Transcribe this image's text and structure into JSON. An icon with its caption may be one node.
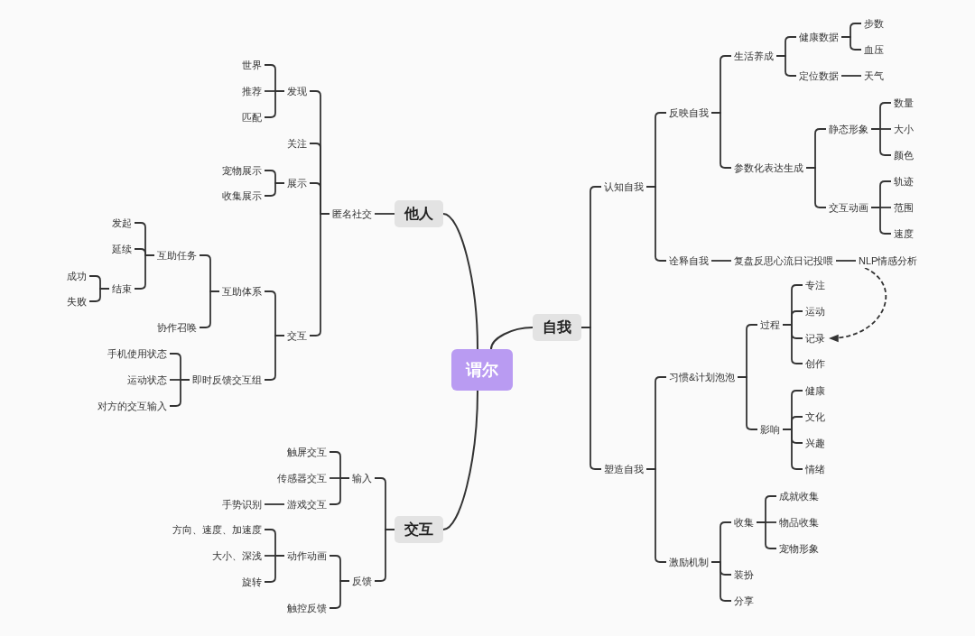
{
  "diagram": {
    "nodes": [
      {
        "text": [
          "谓尔"
        ]
      },
      {
        "text": [
          "他人"
        ]
      },
      {
        "text": [
          "交互"
        ]
      },
      {
        "text": [
          "自我"
        ]
      },
      {
        "text": [
          "匿名社交"
        ]
      },
      {
        "text": [
          "发现"
        ]
      },
      {
        "text": [
          "世界"
        ]
      },
      {
        "text": [
          "推荐"
        ]
      },
      {
        "text": [
          "匹配"
        ]
      },
      {
        "text": [
          "关注"
        ]
      },
      {
        "text": [
          "展示"
        ]
      },
      {
        "text": [
          "宠物展示"
        ]
      },
      {
        "text": [
          "收集展示"
        ]
      },
      {
        "text": [
          "交互"
        ]
      },
      {
        "text": [
          "互助体系"
        ]
      },
      {
        "text": [
          "互助任务"
        ]
      },
      {
        "text": [
          "发起"
        ]
      },
      {
        "text": [
          "延续"
        ]
      },
      {
        "text": [
          "结束"
        ]
      },
      {
        "text": [
          "成功"
        ]
      },
      {
        "text": [
          "失败"
        ]
      },
      {
        "text": [
          "协作召唤"
        ]
      },
      {
        "text": [
          "即时反馈交互组"
        ]
      },
      {
        "text": [
          "手机使用状态"
        ]
      },
      {
        "text": [
          "运动状态"
        ]
      },
      {
        "text": [
          "对方的交互输入"
        ]
      },
      {
        "text": [
          "输入"
        ]
      },
      {
        "text": [
          "触屏交互"
        ]
      },
      {
        "text": [
          "传感器交互"
        ]
      },
      {
        "text": [
          "游戏交互"
        ]
      },
      {
        "text": [
          "手势识别"
        ]
      },
      {
        "text": [
          "反馈"
        ]
      },
      {
        "text": [
          "动作动画"
        ]
      },
      {
        "text": [
          "方向、速度、加速度"
        ]
      },
      {
        "text": [
          "大小、深浅"
        ]
      },
      {
        "text": [
          "旋转"
        ]
      },
      {
        "text": [
          "触控反馈"
        ]
      },
      {
        "text": [
          "认知自我"
        ]
      },
      {
        "text": [
          "反映自我"
        ]
      },
      {
        "text": [
          "生活养成"
        ]
      },
      {
        "text": [
          "健康数据"
        ]
      },
      {
        "text": [
          "步数"
        ]
      },
      {
        "text": [
          "血压"
        ]
      },
      {
        "text": [
          "定位数据"
        ]
      },
      {
        "text": [
          "天气"
        ]
      },
      {
        "text": [
          "参数化表达生成"
        ]
      },
      {
        "text": [
          "静态形象"
        ]
      },
      {
        "text": [
          "数量"
        ]
      },
      {
        "text": [
          "大小"
        ]
      },
      {
        "text": [
          "颜色"
        ]
      },
      {
        "text": [
          "交互动画"
        ]
      },
      {
        "text": [
          "轨迹"
        ]
      },
      {
        "text": [
          "范围"
        ]
      },
      {
        "text": [
          "速度"
        ]
      },
      {
        "text": [
          "诠释自我"
        ]
      },
      {
        "text": [
          "复盘反思心流日记投喂"
        ]
      },
      {
        "text": [
          "NLP情感分析"
        ]
      },
      {
        "text": [
          "塑造自我"
        ]
      },
      {
        "text": [
          "习惯&计划泡泡"
        ]
      },
      {
        "text": [
          "过程"
        ]
      },
      {
        "text": [
          "专注"
        ]
      },
      {
        "text": [
          "运动"
        ]
      },
      {
        "text": [
          "记录"
        ]
      },
      {
        "text": [
          "创作"
        ]
      },
      {
        "text": [
          "影响"
        ]
      },
      {
        "text": [
          "健康"
        ]
      },
      {
        "text": [
          "文化"
        ]
      },
      {
        "text": [
          "兴趣"
        ]
      },
      {
        "text": [
          "情绪"
        ]
      },
      {
        "text": [
          "激励机制"
        ]
      },
      {
        "text": [
          "收集"
        ]
      },
      {
        "text": [
          "成就收集"
        ]
      },
      {
        "text": [
          "物品收集"
        ]
      },
      {
        "text": [
          "宠物形象"
        ]
      },
      {
        "text": [
          "装扮"
        ]
      },
      {
        "text": [
          "分享"
        ]
      }
    ],
    "edges": [
      {
        "from": 0,
        "to": 1,
        "arrow": "none"
      },
      {
        "from": 0,
        "to": 2,
        "arrow": "none"
      },
      {
        "from": 0,
        "to": 3,
        "arrow": "none"
      },
      {
        "from": 1,
        "to": 4,
        "arrow": "none"
      },
      {
        "from": 4,
        "to": 5,
        "arrow": "none"
      },
      {
        "from": 5,
        "to": 6,
        "arrow": "none"
      },
      {
        "from": 5,
        "to": 7,
        "arrow": "none"
      },
      {
        "from": 5,
        "to": 8,
        "arrow": "none"
      },
      {
        "from": 4,
        "to": 9,
        "arrow": "none"
      },
      {
        "from": 4,
        "to": 10,
        "arrow": "none"
      },
      {
        "from": 10,
        "to": 11,
        "arrow": "none"
      },
      {
        "from": 10,
        "to": 12,
        "arrow": "none"
      },
      {
        "from": 4,
        "to": 13,
        "arrow": "none"
      },
      {
        "from": 13,
        "to": 14,
        "arrow": "none"
      },
      {
        "from": 14,
        "to": 15,
        "arrow": "none"
      },
      {
        "from": 15,
        "to": 16,
        "arrow": "none"
      },
      {
        "from": 15,
        "to": 17,
        "arrow": "none"
      },
      {
        "from": 15,
        "to": 18,
        "arrow": "none"
      },
      {
        "from": 18,
        "to": 19,
        "arrow": "none"
      },
      {
        "from": 18,
        "to": 20,
        "arrow": "none"
      },
      {
        "from": 14,
        "to": 21,
        "arrow": "none"
      },
      {
        "from": 13,
        "to": 22,
        "arrow": "none"
      },
      {
        "from": 22,
        "to": 23,
        "arrow": "none"
      },
      {
        "from": 22,
        "to": 24,
        "arrow": "none"
      },
      {
        "from": 22,
        "to": 25,
        "arrow": "none"
      },
      {
        "from": 2,
        "to": 26,
        "arrow": "none"
      },
      {
        "from": 26,
        "to": 27,
        "arrow": "none"
      },
      {
        "from": 26,
        "to": 28,
        "arrow": "none"
      },
      {
        "from": 26,
        "to": 29,
        "arrow": "none"
      },
      {
        "from": 29,
        "to": 30,
        "arrow": "none"
      },
      {
        "from": 2,
        "to": 31,
        "arrow": "none"
      },
      {
        "from": 31,
        "to": 32,
        "arrow": "none"
      },
      {
        "from": 32,
        "to": 33,
        "arrow": "none"
      },
      {
        "from": 32,
        "to": 34,
        "arrow": "none"
      },
      {
        "from": 32,
        "to": 35,
        "arrow": "none"
      },
      {
        "from": 31,
        "to": 36,
        "arrow": "none"
      },
      {
        "from": 3,
        "to": 37,
        "arrow": "none"
      },
      {
        "from": 37,
        "to": 38,
        "arrow": "none"
      },
      {
        "from": 38,
        "to": 39,
        "arrow": "none"
      },
      {
        "from": 39,
        "to": 40,
        "arrow": "none"
      },
      {
        "from": 40,
        "to": 41,
        "arrow": "none"
      },
      {
        "from": 40,
        "to": 42,
        "arrow": "none"
      },
      {
        "from": 39,
        "to": 43,
        "arrow": "none"
      },
      {
        "from": 43,
        "to": 44,
        "arrow": "none"
      },
      {
        "from": 38,
        "to": 45,
        "arrow": "none"
      },
      {
        "from": 45,
        "to": 46,
        "arrow": "none"
      },
      {
        "from": 46,
        "to": 47,
        "arrow": "none"
      },
      {
        "from": 46,
        "to": 48,
        "arrow": "none"
      },
      {
        "from": 46,
        "to": 49,
        "arrow": "none"
      },
      {
        "from": 45,
        "to": 50,
        "arrow": "none"
      },
      {
        "from": 50,
        "to": 51,
        "arrow": "none"
      },
      {
        "from": 50,
        "to": 52,
        "arrow": "none"
      },
      {
        "from": 50,
        "to": 53,
        "arrow": "none"
      },
      {
        "from": 37,
        "to": 54,
        "arrow": "none"
      },
      {
        "from": 54,
        "to": 55,
        "arrow": "none"
      },
      {
        "from": 55,
        "to": 56,
        "arrow": "none"
      },
      {
        "from": 3,
        "to": 57,
        "arrow": "none"
      },
      {
        "from": 57,
        "to": 58,
        "arrow": "none"
      },
      {
        "from": 58,
        "to": 59,
        "arrow": "none"
      },
      {
        "from": 59,
        "to": 60,
        "arrow": "none"
      },
      {
        "from": 59,
        "to": 61,
        "arrow": "none"
      },
      {
        "from": 59,
        "to": 62,
        "arrow": "none"
      },
      {
        "from": 59,
        "to": 63,
        "arrow": "none"
      },
      {
        "from": 58,
        "to": 64,
        "arrow": "none"
      },
      {
        "from": 64,
        "to": 65,
        "arrow": "none"
      },
      {
        "from": 64,
        "to": 66,
        "arrow": "none"
      },
      {
        "from": 64,
        "to": 67,
        "arrow": "none"
      },
      {
        "from": 64,
        "to": 68,
        "arrow": "none"
      },
      {
        "from": 57,
        "to": 69,
        "arrow": "none"
      },
      {
        "from": 69,
        "to": 70,
        "arrow": "none"
      },
      {
        "from": 70,
        "to": 71,
        "arrow": "none"
      },
      {
        "from": 70,
        "to": 72,
        "arrow": "none"
      },
      {
        "from": 70,
        "to": 73,
        "arrow": "none"
      },
      {
        "from": 69,
        "to": 74,
        "arrow": "none"
      },
      {
        "from": 69,
        "to": 75,
        "arrow": "none"
      },
      {
        "from": 56,
        "to": 62,
        "arrow": "to",
        "style": "dashed"
      }
    ]
  }
}
